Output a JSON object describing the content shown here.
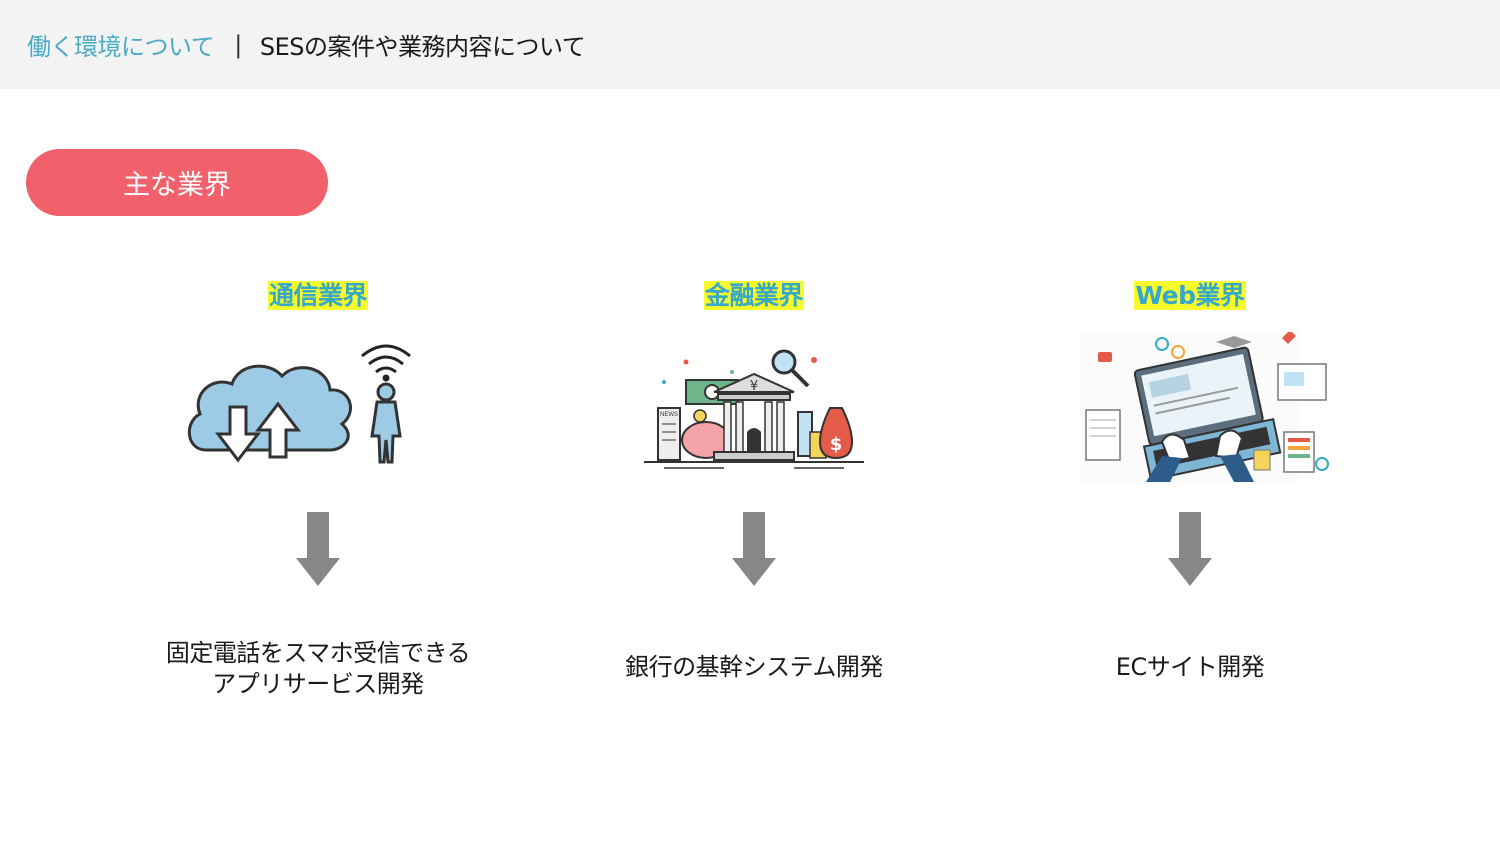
{
  "header": {
    "section": "働く環境について",
    "separator": "|",
    "page_title": "SESの案件や業務内容について"
  },
  "pill_label": "主な業界",
  "industries": [
    {
      "title": "通信業界",
      "desc_line1": "固定電話をスマホ受信できる",
      "desc_line2": "アプリサービス開発"
    },
    {
      "title": "金融業界",
      "desc_line1": "銀行の基幹システム開発",
      "bank_symbol": "¥",
      "money_symbol": "$",
      "news_label": "NEWS"
    },
    {
      "title": "Web業界",
      "desc_line1": "ECサイト開発"
    }
  ],
  "colors": {
    "accent_teal": "#4aabc6",
    "pill_red": "#f2616b",
    "highlight_yellow": "#f6fb2c",
    "arrow_gray": "#878787"
  }
}
